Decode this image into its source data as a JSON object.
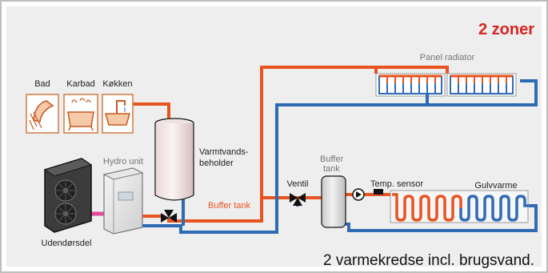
{
  "title": "2 zoner",
  "caption": "2 varmekredse incl. brugsvand.",
  "labels": {
    "bath": "Bad",
    "bathtub": "Karbad",
    "kitchen": "Køkken",
    "hydro_unit": "Hydro unit",
    "water_heater_line1": "Varmtvands-",
    "water_heater_line2": "beholder",
    "outdoor_unit": "Udendørsdel",
    "buffer_tank_pipe": "Buffer tank",
    "valve": "Ventil",
    "buffer_line1": "Buffer",
    "buffer_line2": "tank",
    "temp_sensor": "Temp. sensor",
    "floor_heating": "Gulvvarme",
    "panel_radiator": "Panel radiator"
  },
  "colors": {
    "frame_border": "#bdbdbd",
    "background": "#eeeeee",
    "title": "#d9231f",
    "hot_pipe": "#e8541f",
    "cold_pipe": "#2f6bb4",
    "link_pipe": "#e04b9a"
  }
}
